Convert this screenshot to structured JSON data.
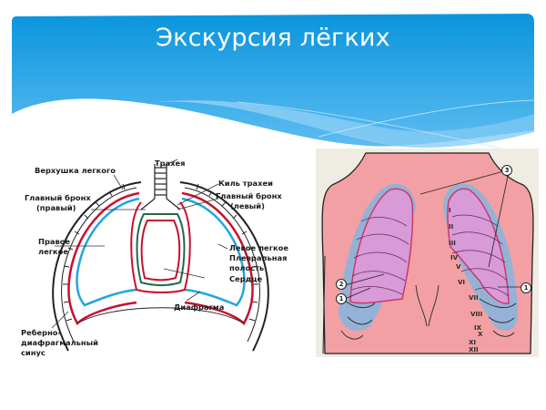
{
  "slide": {
    "title": "Экскурсия лёгких",
    "colors": {
      "banner_top": "#0a95dd",
      "banner_bottom": "#5cbcf0",
      "background": "#ffffff",
      "panel_bg": "#efede3",
      "skin": "#f2a0a3",
      "lung": "#d99ad8",
      "pleura": "#7fa8d8",
      "pleura_red": "#c8102e",
      "pleura_blue": "#22a6e0"
    }
  },
  "left_diagram": {
    "labels": {
      "apex": "Верхушка легкого",
      "trachea": "Трахея",
      "carina": "Киль трахеи",
      "main_bronchus_right_1": "Главный бронх",
      "main_bronchus_right_2": "(правый)",
      "main_bronchus_left_1": "Главный бронх",
      "main_bronchus_left_2": "(левый)",
      "right_lung_1": "Правое",
      "right_lung_2": "легкое",
      "left_lung": "Левое легкое",
      "pleural_cavity_1": "Плевральная",
      "pleural_cavity_2": "полость",
      "heart": "Сердце",
      "diaphragm": "Диафрагма",
      "sinus_1": "Реберно-",
      "sinus_2": "диафрагмальный",
      "sinus_3": "синус"
    }
  },
  "right_diagram": {
    "callouts": {
      "one_left": "1",
      "two": "2",
      "three": "3",
      "one_right": "1"
    },
    "ribs": [
      "I",
      "II",
      "III",
      "IV",
      "V",
      "VI",
      "VII",
      "VIII",
      "IX",
      "X",
      "XI",
      "XII"
    ]
  }
}
